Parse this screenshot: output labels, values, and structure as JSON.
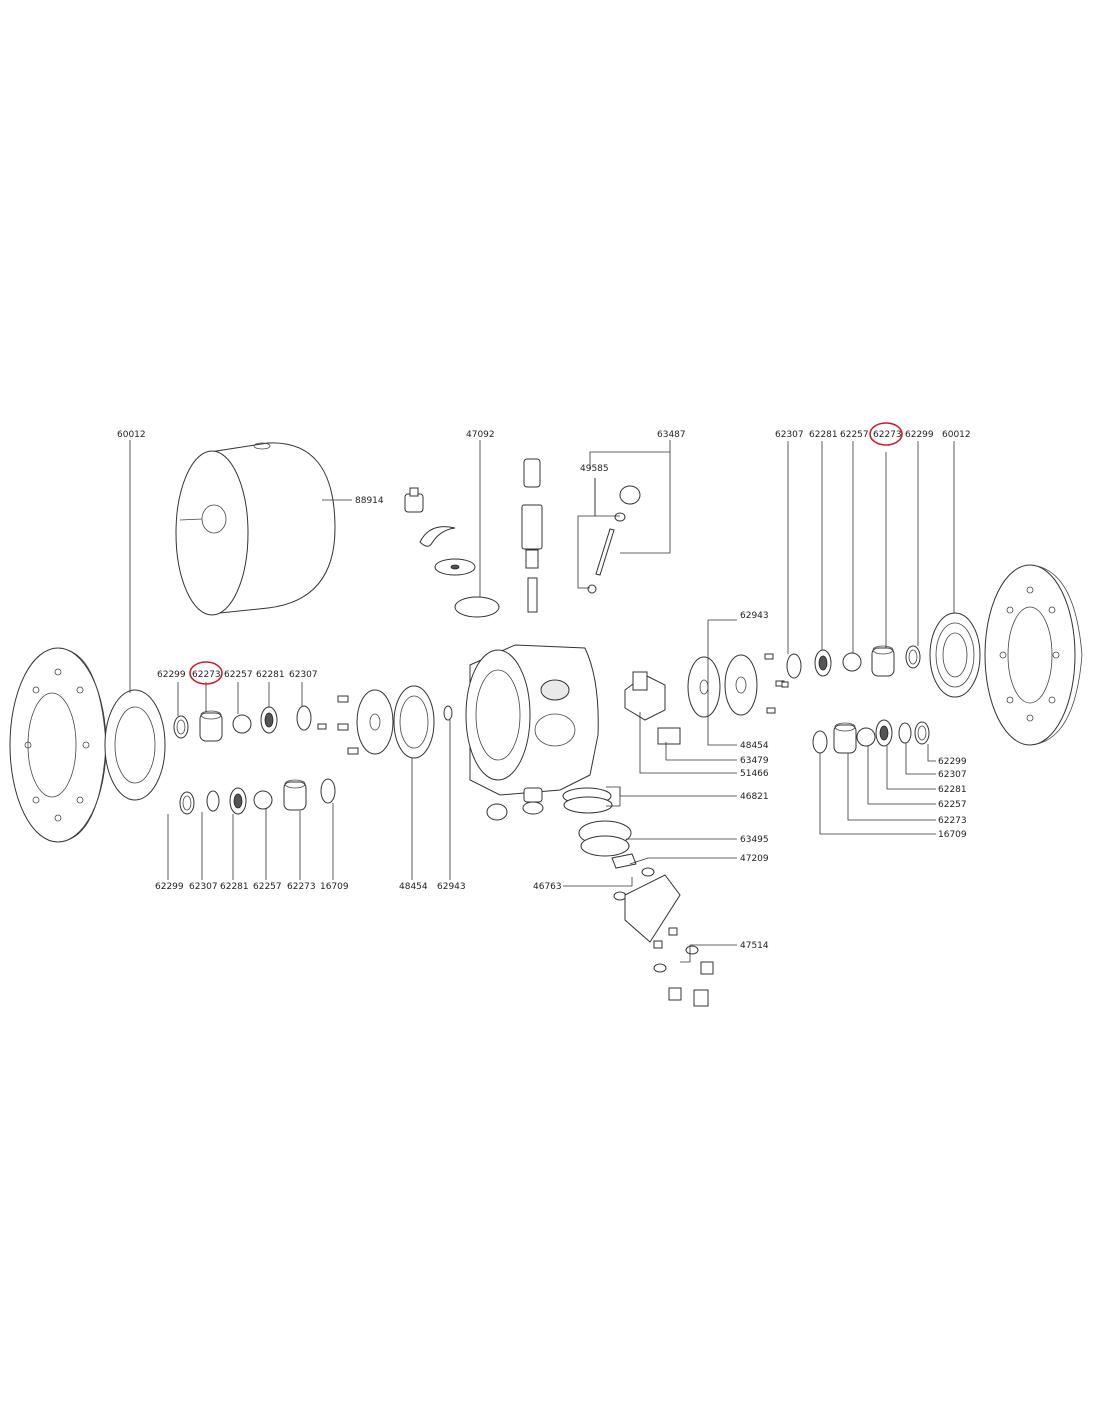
{
  "labels": {
    "l60012": "60012",
    "r60012": "60012",
    "l88914": "88914",
    "l47092": "47092",
    "l63487": "63487",
    "l49585": "49585",
    "l62943a": "62943",
    "l48454a": "48454",
    "l63479": "63479",
    "l51466": "51466",
    "l46821": "46821",
    "l63495": "63495",
    "l47209": "47209",
    "l46763": "46763",
    "l47514": "47514",
    "lt62299": "62299",
    "lt62273": "62273",
    "lt62257": "62257",
    "lt62281": "62281",
    "lt62307": "62307",
    "lb62299": "62299",
    "lb62307": "62307",
    "lb62281": "62281",
    "lb62257": "62257",
    "lb62273": "62273",
    "lb16709": "16709",
    "lb48454": "48454",
    "lb62943": "62943",
    "rt62307": "62307",
    "rt62281": "62281",
    "rt62257": "62257",
    "rt62273": "62273",
    "rt62299": "62299",
    "rr62299": "62299",
    "rr62307": "62307",
    "rr62281": "62281",
    "rr62257": "62257",
    "rr62273": "62273",
    "rr16709": "16709"
  },
  "highlight_color": "#c8202a"
}
